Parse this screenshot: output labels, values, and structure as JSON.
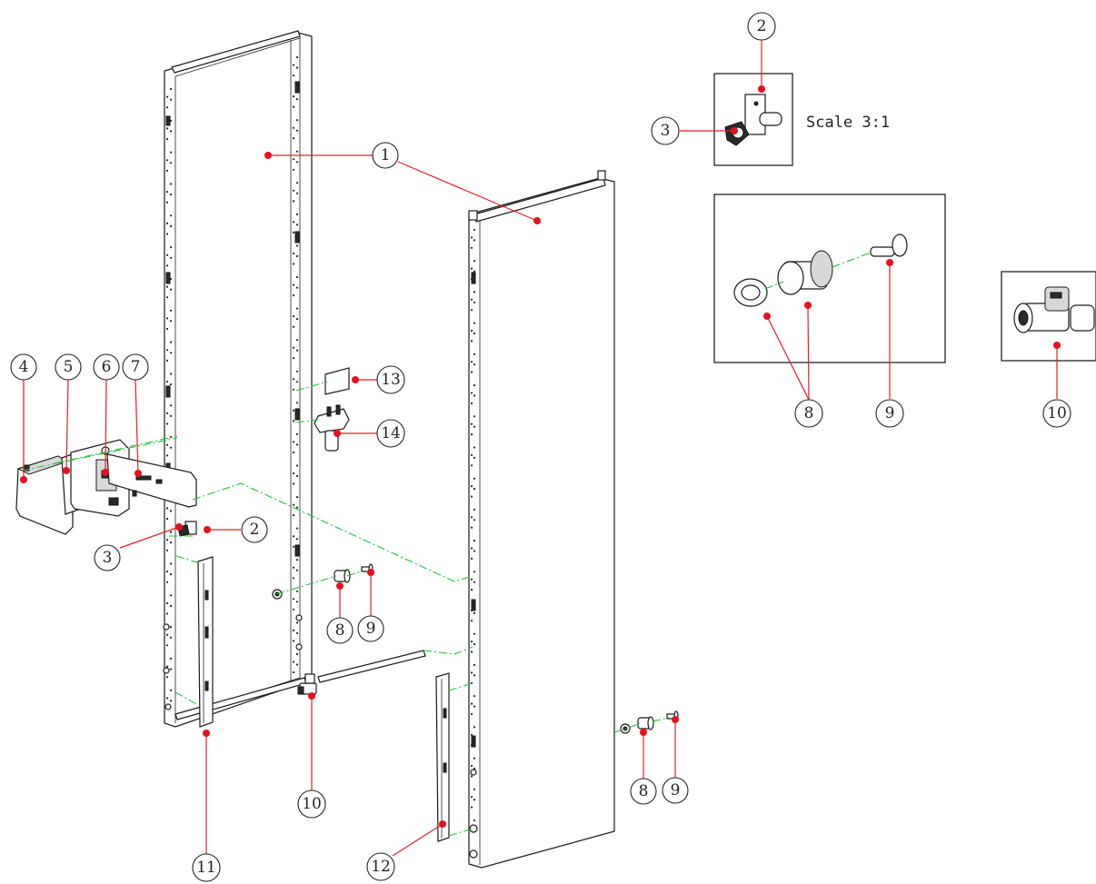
{
  "balloons": [
    {
      "id": "1",
      "label": "1"
    },
    {
      "id": "2",
      "label": "2"
    },
    {
      "id": "3",
      "label": "3"
    },
    {
      "id": "4",
      "label": "4"
    },
    {
      "id": "5",
      "label": "5"
    },
    {
      "id": "6",
      "label": "6"
    },
    {
      "id": "7",
      "label": "7"
    },
    {
      "id": "8",
      "label": "8"
    },
    {
      "id": "9",
      "label": "9"
    },
    {
      "id": "10",
      "label": "10"
    },
    {
      "id": "11",
      "label": "11"
    },
    {
      "id": "12",
      "label": "12"
    },
    {
      "id": "13",
      "label": "13"
    },
    {
      "id": "14",
      "label": "14"
    }
  ],
  "details": {
    "detail_a": {
      "balloon_top": "2",
      "balloon_left": "3",
      "scale": "Scale 3:1"
    },
    "detail_b": {
      "balloon_left": "8",
      "balloon_right": "9"
    },
    "detail_c": {
      "balloon": "10"
    }
  },
  "colors": {
    "leader": "#e0202a",
    "assembly_line": "#23c23a",
    "outline": "#1a1a1a"
  }
}
